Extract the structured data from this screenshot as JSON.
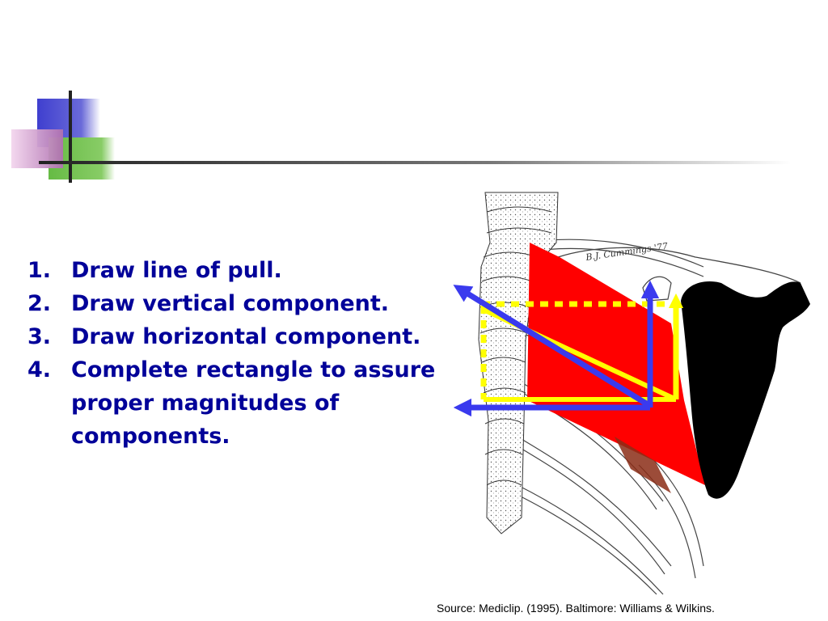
{
  "steps": [
    {
      "number": "1.",
      "text": "Draw line of pull."
    },
    {
      "number": "2.",
      "text": "Draw vertical component."
    },
    {
      "number": "3.",
      "text": "Draw horizontal component."
    },
    {
      "number": "4.",
      "text": "Complete rectangle to assure proper magnitudes of components."
    }
  ],
  "figure": {
    "illustrator_signature": "B.J. Cummings '77",
    "colors": {
      "muscle": "#ff0000",
      "scapula": "#000000",
      "vectors": "#3a3aee",
      "rectangle": "#ffff00",
      "title_text": "#000099"
    }
  },
  "source": "Source: Mediclip. (1995). Baltimore: Williams & Wilkins."
}
